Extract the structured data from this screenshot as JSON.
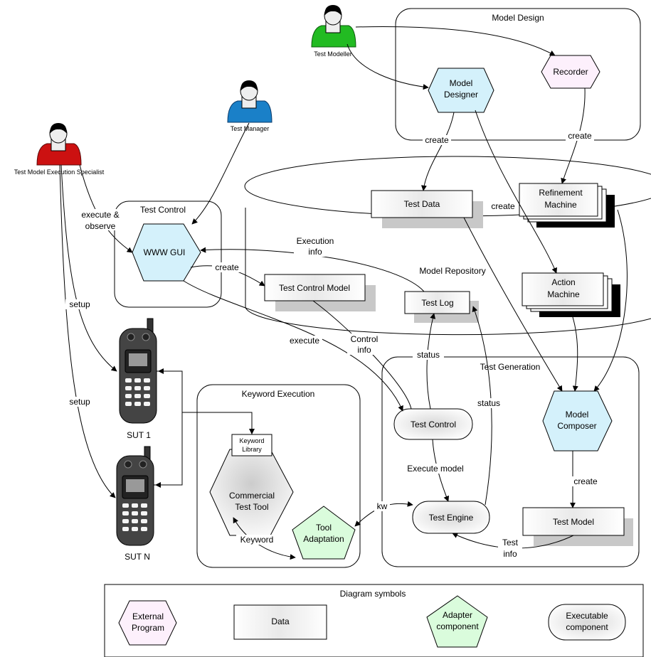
{
  "actors": {
    "test_modeller": "Test Modeller",
    "test_manager": "Test Manager",
    "execution_specialist": "Test Model Execution Specialist"
  },
  "groups": {
    "model_design": "Model Design",
    "test_control": "Test Control",
    "model_repository": "Model Repository",
    "test_generation": "Test Generation",
    "keyword_execution": "Keyword Execution",
    "diagram_symbols": "Diagram symbols"
  },
  "nodes": {
    "model_designer": [
      "Model",
      "Designer"
    ],
    "recorder": "Recorder",
    "test_data": "Test Data",
    "refinement_machine": [
      "Refinement",
      "Machine"
    ],
    "action_machine": [
      "Action",
      "Machine"
    ],
    "www_gui": "WWW GUI",
    "test_control_model": "Test Control Model",
    "test_log": "Test Log",
    "test_control": "Test Control",
    "model_composer": [
      "Model",
      "Composer"
    ],
    "test_engine": "Test Engine",
    "test_model": "Test Model",
    "keyword_library": [
      "Keyword",
      "Library"
    ],
    "commercial_test_tool": [
      "Commercial",
      "Test Tool"
    ],
    "tool_adaptation": [
      "Tool",
      "Adaptation"
    ],
    "sut1": "SUT 1",
    "sutn": "SUT N"
  },
  "edge_labels": {
    "create_designer_data": "create",
    "create_recorder": "create",
    "create_designer_action": "create",
    "execute_observe": [
      "execute &",
      "observe"
    ],
    "execution_info": [
      "Execution",
      "info"
    ],
    "create_gui": "create",
    "execute": "execute",
    "control_info": [
      "Control",
      "info"
    ],
    "status_1": "status",
    "status_2": "status",
    "execute_model": "Execute model",
    "kw": "kw",
    "keyword": "Keyword",
    "test_info": [
      "Test",
      "info"
    ],
    "create_composer": "create",
    "setup_1": "setup",
    "setup_2": "setup"
  },
  "legend": {
    "external_program": [
      "External",
      "Program"
    ],
    "data": "Data",
    "adapter_component": [
      "Adapter",
      "component"
    ],
    "executable_component": [
      "Executable",
      "component"
    ]
  },
  "colors": {
    "hex_blue": "#d4f1fb",
    "hex_pink": "#fdf0fc",
    "pentagon_green": "#dafcdc",
    "modeller_green": "#22bb22",
    "manager_blue": "#1a80c8",
    "specialist_red": "#cc1111",
    "shadow_gray": "#c8c8c8"
  }
}
